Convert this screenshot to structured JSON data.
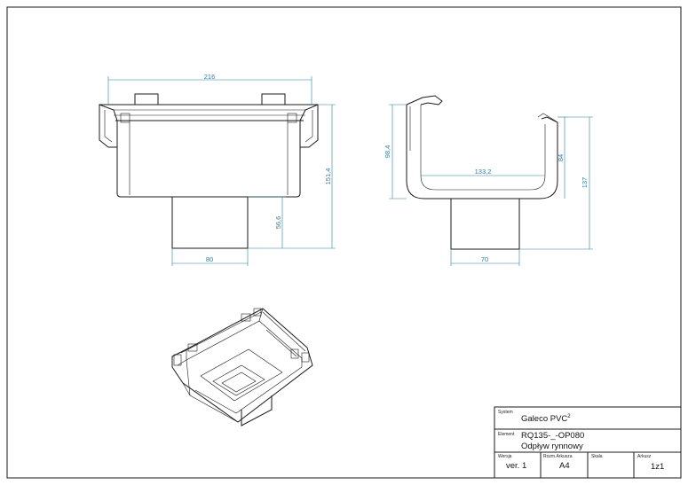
{
  "dimensions": {
    "front_width": "216",
    "front_height": "151,4",
    "front_outlet_height": "56,6",
    "front_outlet_width": "80",
    "side_inner_width": "133,2",
    "side_height_left": "98,4",
    "side_height_inner": "84",
    "side_height_total": "137",
    "side_outlet_width": "70"
  },
  "title_block": {
    "system_label": "System",
    "system_value": "Galeco PVC",
    "system_sup": "2",
    "element_label": "Element",
    "element_code": "RQ135-_-OP080",
    "element_name": "Odpływ rynnowy",
    "version_label": "Wersja",
    "version_value": "ver. 1",
    "size_label": "Rozm.Arkusza",
    "size_value": "A4",
    "scale_label": "Skala",
    "scale_value": "",
    "sheet_label": "Arkusz",
    "sheet_value": "1z1"
  },
  "colors": {
    "line": "#1a1a1a",
    "dimension": "#2a7fa0"
  }
}
